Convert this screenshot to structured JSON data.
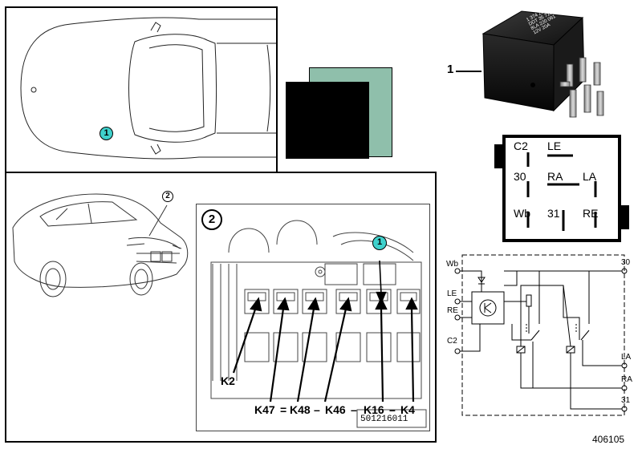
{
  "callouts": {
    "relay_part": "1",
    "top_view_marker": "1",
    "fusebox_marker": "1",
    "car_marker": "2",
    "fusebox_detail": "2"
  },
  "relay_top_text": {
    "line1": "1 374 207",
    "line2": "DDT 35 719610",
    "line3": "8LA 220 061",
    "line4": "12V 20A"
  },
  "fusebox_labels": {
    "k2": "K2",
    "k47": "K47",
    "k48": "K48",
    "k46": "K46",
    "k16": "K16",
    "k4": "K4",
    "eq": "=",
    "dash": "–",
    "ref": "501216011"
  },
  "pinout": [
    "C2",
    "LE",
    "30",
    "RA",
    "LA",
    "Wb",
    "31",
    "RE"
  ],
  "schematic_pins": {
    "wb": "Wb",
    "le": "LE",
    "re": "RE",
    "c2": "C2",
    "p30": "30",
    "la": "LA",
    "ra": "RA",
    "p31": "31"
  },
  "figure_number": "406105",
  "colors": {
    "callout": "#3fd1cc",
    "swatch_green": "#8fbfab",
    "swatch_black": "#000000"
  }
}
